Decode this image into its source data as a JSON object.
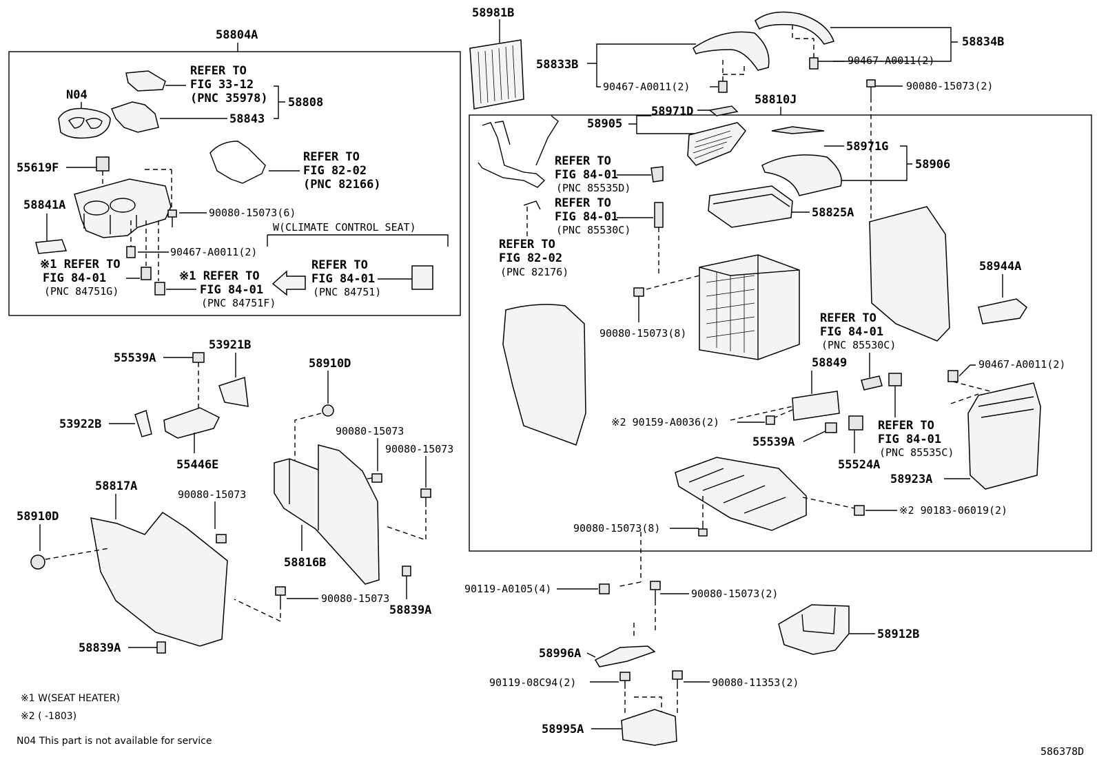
{
  "diagram_id": "586378D",
  "groups": {
    "g1": "58804A",
    "g2": "58810J"
  },
  "labels": {
    "p58981B": "58981B",
    "p58833B": "58833B",
    "p58834B": "58834B",
    "p90467_a": "90467-A0011(2)",
    "p90467_b": "90467-A0011(2)",
    "p90080_top": "90080-15073(2)",
    "pN04": "N04",
    "p58808": "58808",
    "p58843": "58843",
    "ref_33_1": "REFER TO",
    "ref_33_2": "FIG 33-12",
    "ref_33_3": "(PNC 35978)",
    "ref_82a_1": "REFER TO",
    "ref_82a_2": "FIG 82-02",
    "ref_82a_3": "(PNC 82166)",
    "p55619F": "55619F",
    "p58841A": "58841A",
    "p90080_6": "90080-15073(6)",
    "p90467_g1": "90467-A0011(2)",
    "climate": "W(CLIMATE CONTROL SEAT)",
    "ref_g_1": "※1 REFER TO",
    "ref_g_2": "FIG 84-01",
    "ref_g_3": "(PNC 84751G)",
    "ref_f_1": "※1 REFER TO",
    "ref_f_2": "FIG 84-01",
    "ref_f_3": "(PNC 84751F)",
    "ref_84751_1": "REFER TO",
    "ref_84751_2": "FIG 84-01",
    "ref_84751_3": "(PNC 84751)",
    "p58905": "58905",
    "p58971D": "58971D",
    "p58971G": "58971G",
    "p58906": "58906",
    "ref_d_1": "REFER TO",
    "ref_d_2": "FIG 84-01",
    "ref_d_3": "(PNC 85535D)",
    "ref_c_1": "REFER TO",
    "ref_c_2": "FIG 84-01",
    "ref_c_3": "(PNC 85530C)",
    "ref_82b_1": "REFER TO",
    "ref_82b_2": "FIG 82-02",
    "ref_82b_3": "(PNC 82176)",
    "p58825A": "58825A",
    "p58944A": "58944A",
    "p90080_8a": "90080-15073(8)",
    "ref_c2_1": "REFER TO",
    "ref_c2_2": "FIG 84-01",
    "ref_c2_3": "(PNC 85530C)",
    "p58849": "58849",
    "p90467_c": "90467-A0011(2)",
    "p90159": "※2 90159-A0036(2)",
    "p55539A_r": "55539A",
    "p55524A": "55524A",
    "ref_c3_1": "REFER TO",
    "ref_c3_2": "FIG 84-01",
    "ref_c3_3": "(PNC 85535C)",
    "p58923A": "58923A",
    "p90183": "※2 90183-06019(2)",
    "p90080_8b": "90080-15073(8)",
    "p55539A_l": "55539A",
    "p53921B": "53921B",
    "p53922B": "53922B",
    "p55446E": "55446E",
    "p58910D_r": "58910D",
    "p90080_a": "90080-15073",
    "p90080_b": "90080-15073",
    "p58817A": "58817A",
    "p90080_c": "90080-15073",
    "p58910D_l": "58910D",
    "p58816B": "58816B",
    "p90080_d": "90080-15073",
    "p58839A_r": "58839A",
    "p58839A_l": "58839A",
    "p90119_a": "90119-A0105(4)",
    "p90080_2b": "90080-15073(2)",
    "p58912B": "58912B",
    "p58996A": "58996A",
    "p90119_b": "90119-08C94(2)",
    "p90080_11353": "90080-11353(2)",
    "p58995A": "58995A"
  },
  "notes": {
    "n1": "※1 W(SEAT HEATER)",
    "n2": "※2 (      -1803)",
    "n3": "N04 This part is not available for service"
  }
}
